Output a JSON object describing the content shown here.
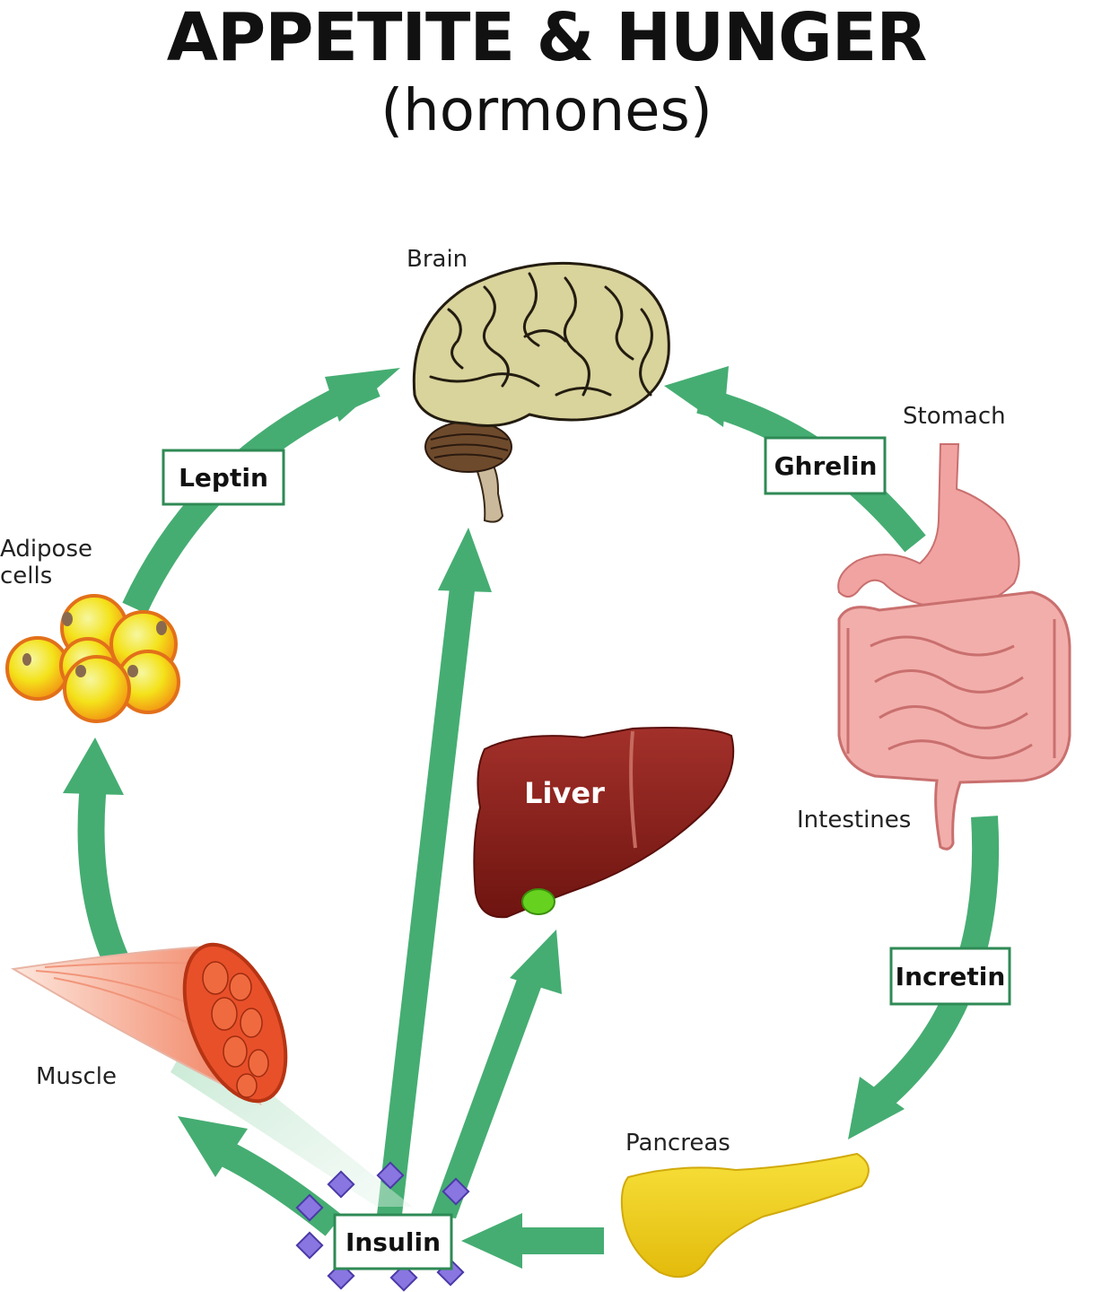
{
  "title": "APPETITE & HUNGER",
  "subtitle": "(hormones)",
  "organs": {
    "brain": "Brain",
    "stomach": "Stomach",
    "intestines": "Intestines",
    "adipose_line1": "Adipose",
    "adipose_line2": "cells",
    "muscle": "Muscle",
    "liver": "Liver",
    "pancreas": "Pancreas"
  },
  "hormones": {
    "leptin": "Leptin",
    "ghrelin": "Ghrelin",
    "incretin": "Incretin",
    "insulin": "Insulin"
  },
  "colors": {
    "arrow": "#45ad72",
    "box_border": "#2f8a55",
    "liver": "#8e1f1a",
    "pancreas": "#f2d21a",
    "adipose": "#f7b318",
    "muscle": "#e8502a",
    "brain": "#d9d39c",
    "stomach": "#f1a3a1"
  }
}
